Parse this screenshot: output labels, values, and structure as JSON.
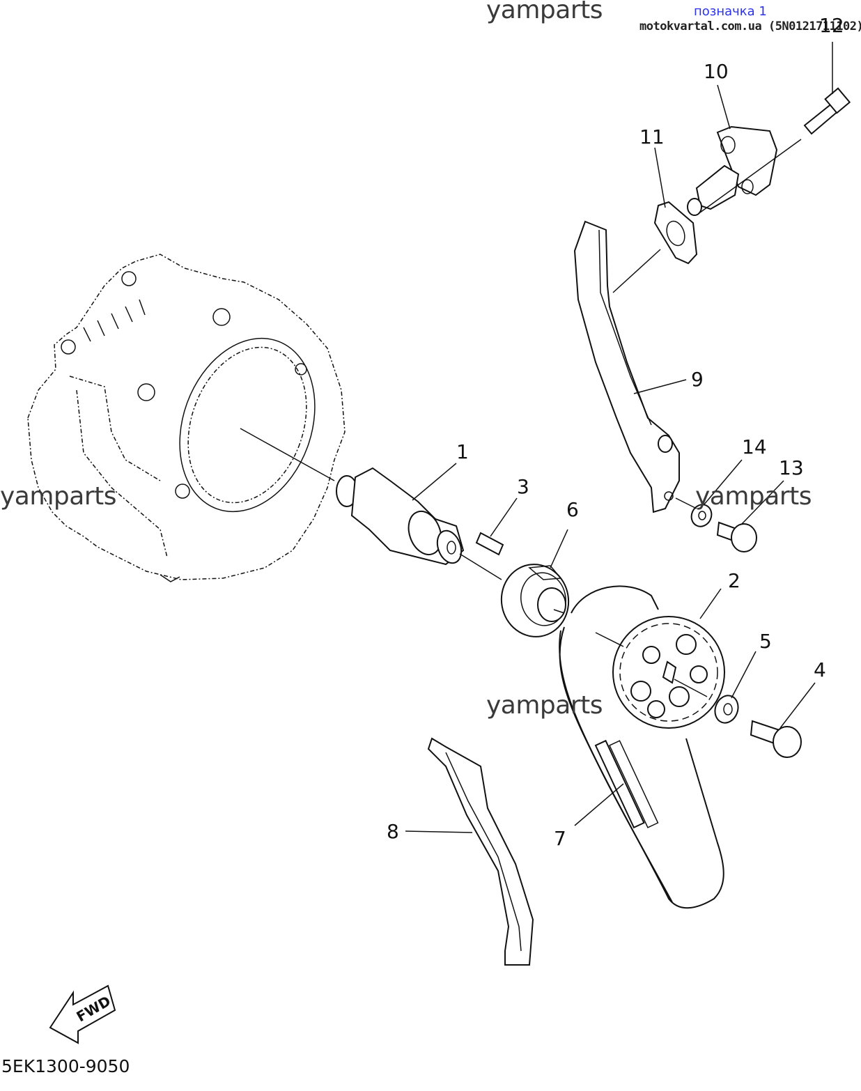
{
  "watermarks": {
    "top": "yamparts",
    "left": "yamparts",
    "right": "yamparts",
    "middle": "yamparts"
  },
  "header": {
    "link_label": "позначка 1",
    "site_text": "motokvartal.com.ua (5N0121711102)"
  },
  "callouts": [
    "1",
    "2",
    "3",
    "4",
    "5",
    "6",
    "7",
    "8",
    "9",
    "10",
    "11",
    "12",
    "13",
    "14"
  ],
  "fwd_label": "FWD",
  "diagram_code": "5EK1300-9050"
}
